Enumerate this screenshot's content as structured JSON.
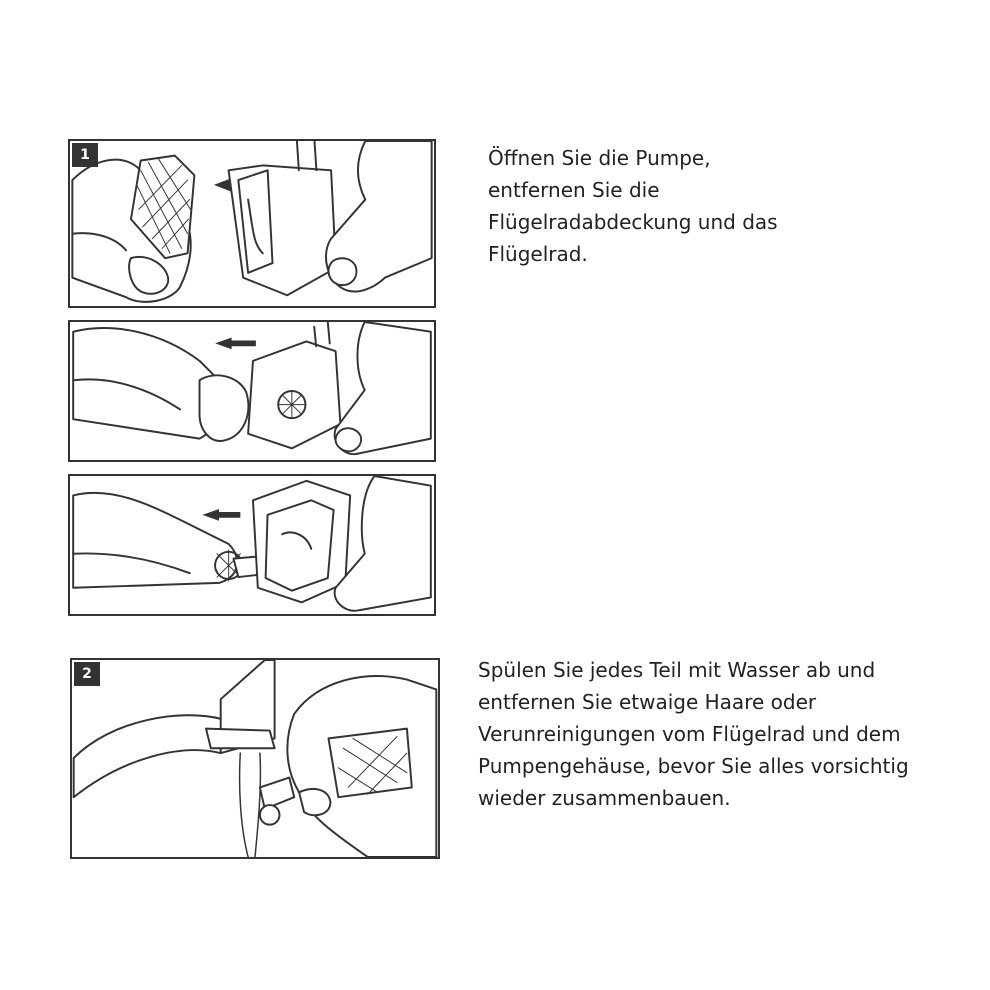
{
  "steps": [
    {
      "number": "1",
      "lines": [
        "Öffnen Sie die Pumpe,",
        "entfernen Sie die",
        "Flügelradabdeckung und das",
        "Flügelrad."
      ]
    },
    {
      "number": "2",
      "lines": [
        "Spülen Sie jedes Teil mit Wasser ab und",
        "entfernen Sie etwaige Haare oder",
        "Verunreinigungen vom Flügelrad und dem",
        "Pumpengehäuse, bevor Sie alles vorsichtig",
        "wieder zusammenbauen."
      ]
    }
  ]
}
